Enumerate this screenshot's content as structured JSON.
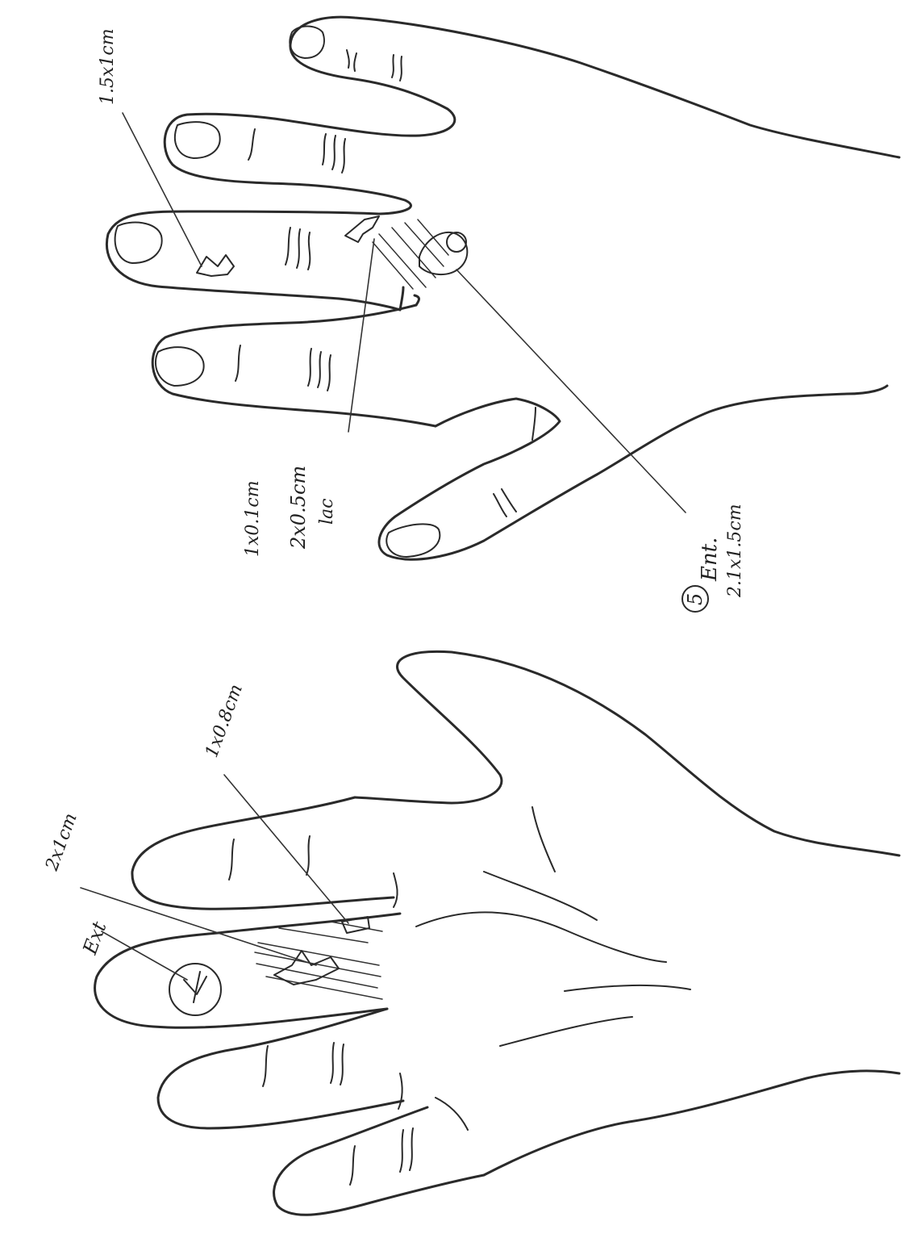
{
  "colors": {
    "ink": "#2a2a2a",
    "paper": "#ffffff"
  },
  "diagram_a": {
    "labels": {
      "wound_middle_finger": "1.5x1cm",
      "wound_ring_base": "1x0.1cm",
      "wound_dorsal_lac": "2x0.5cm",
      "wound_dorsal_lac_note": "lac",
      "entrance": "Ent.",
      "entrance_size": "2.1x1.5cm",
      "figure_number": "5"
    }
  },
  "diagram_b": {
    "labels": {
      "wound_index_distal": "2x1cm",
      "wound_index_mid": "1x0.8cm",
      "exit": "Ext"
    }
  }
}
